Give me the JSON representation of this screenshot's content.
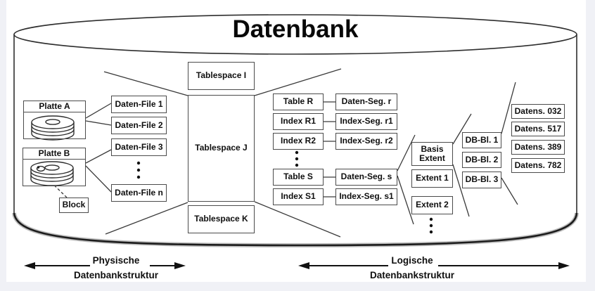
{
  "title": "Datenbank",
  "colors": {
    "stroke": "#2e2e2e",
    "box_border": "#4b4b4b",
    "text": "#0f0f0f",
    "background": "#ffffff",
    "page_edge": "#f0f1f6"
  },
  "physical": {
    "disk_a_label": "Platte A",
    "disk_b_label": "Platte B",
    "block_label": "Block",
    "data_files": [
      "Daten-File 1",
      "Daten-File 2",
      "Daten-File 3",
      "Daten-File n"
    ]
  },
  "tablespaces": [
    "Tablespace I",
    "Tablespace J",
    "Tablespace K"
  ],
  "objects": [
    {
      "name": "Table R",
      "segment": "Daten-Seg. r"
    },
    {
      "name": "Index R1",
      "segment": "Index-Seg. r1"
    },
    {
      "name": "Index R2",
      "segment": "Index-Seg. r2"
    },
    {
      "name": "Table S",
      "segment": "Daten-Seg. s"
    },
    {
      "name": "Index S1",
      "segment": "Index-Seg. s1"
    }
  ],
  "extents": {
    "basis": "Basis Extent",
    "items": [
      "Extent 1",
      "Extent 2"
    ]
  },
  "db_blocks": [
    "DB-Bl. 1",
    "DB-Bl. 2",
    "DB-Bl. 3"
  ],
  "records": [
    "Datens. 032",
    "Datens. 517",
    "Datens. 389",
    "Datens. 782"
  ],
  "legend": {
    "left": {
      "line1": "Physische",
      "line2": "Datenbankstruktur"
    },
    "right": {
      "line1": "Logische",
      "line2": "Datenbankstruktur"
    }
  }
}
